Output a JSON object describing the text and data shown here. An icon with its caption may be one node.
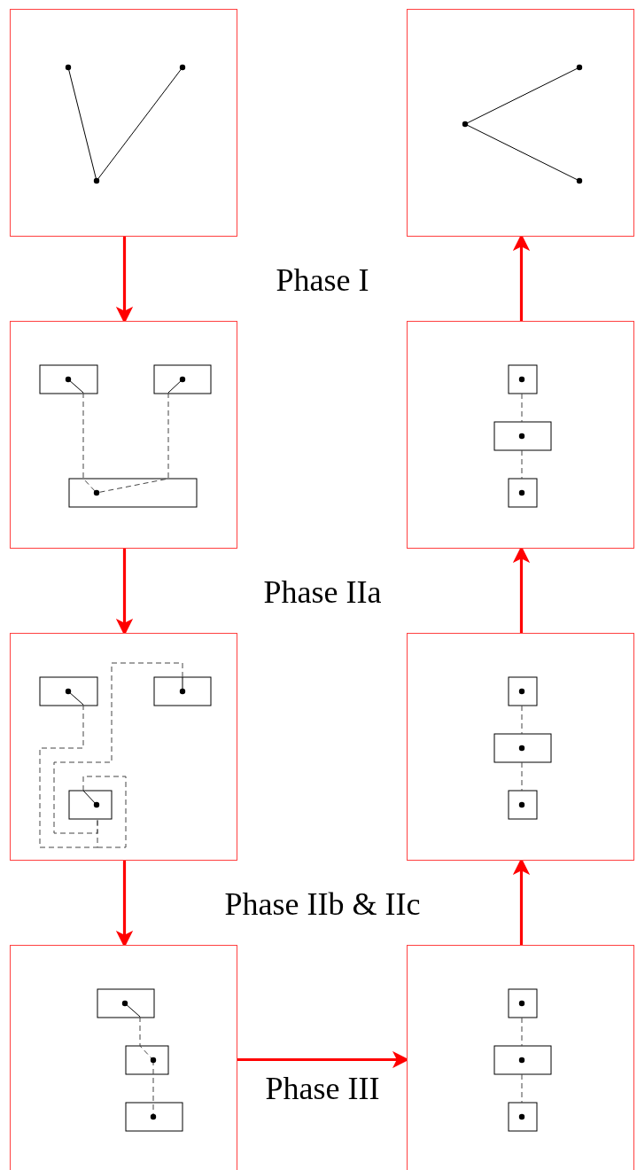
{
  "diagram": {
    "nodes": [
      {
        "text": [],
        "shape": "box"
      },
      {
        "text": [],
        "shape": "box"
      },
      {
        "text": [],
        "shape": "box"
      },
      {
        "text": [],
        "shape": "box"
      },
      {
        "text": [],
        "shape": "box"
      },
      {
        "text": [],
        "shape": "box"
      },
      {
        "text": [],
        "shape": "box"
      },
      {
        "text": [],
        "shape": "box"
      }
    ],
    "edges": [
      {
        "from": 0,
        "to": 2,
        "arrow": "to"
      },
      {
        "from": 2,
        "to": 4,
        "arrow": "to"
      },
      {
        "from": 4,
        "to": 6,
        "arrow": "to"
      },
      {
        "from": 6,
        "to": 7,
        "arrow": "to"
      },
      {
        "from": 7,
        "to": 5,
        "arrow": "to"
      },
      {
        "from": 5,
        "to": 3,
        "arrow": "to"
      },
      {
        "from": 3,
        "to": 1,
        "arrow": "to"
      }
    ],
    "labels": [
      "Phase I",
      "Phase IIa",
      "Phase IIb & IIc",
      "Phase III"
    ]
  }
}
